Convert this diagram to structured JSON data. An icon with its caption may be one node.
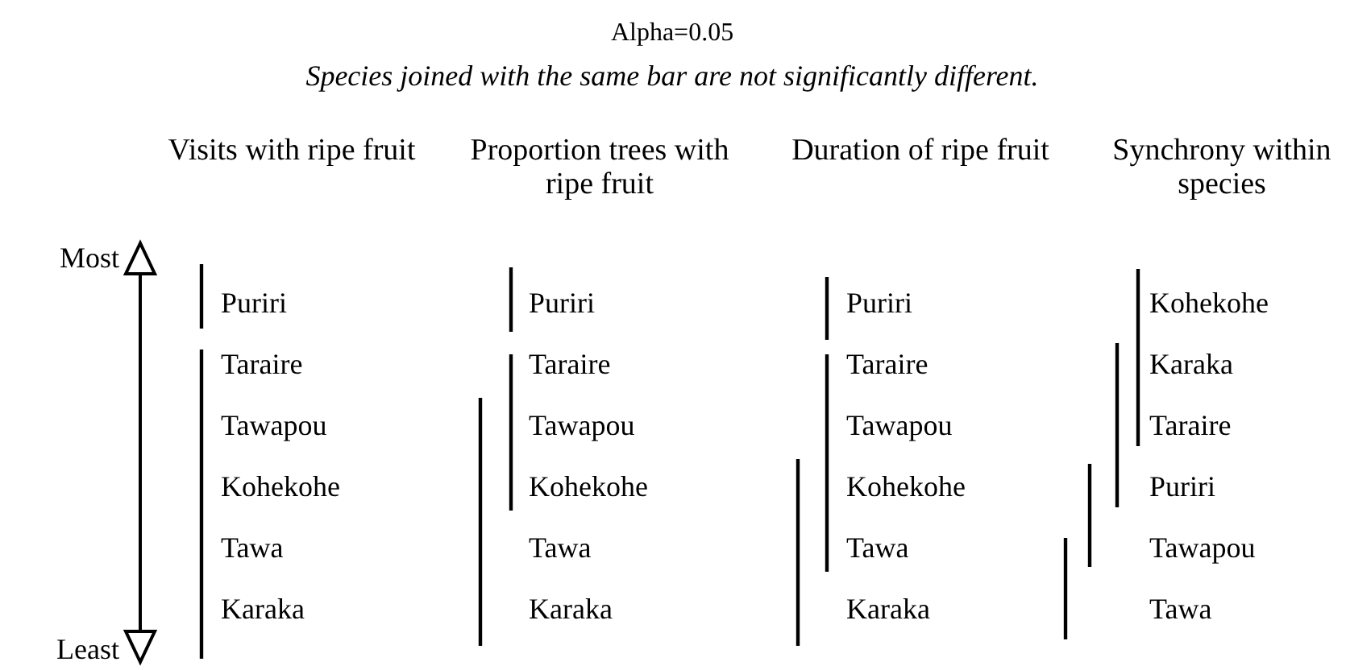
{
  "diagram": {
    "title": "Alpha=0.05",
    "labels": [
      "Species joined with the same bar are not significantly different.",
      "Visits with ripe fruit",
      "Proportion trees with ripe fruit",
      "Duration of ripe fruit",
      "Synchrony within species",
      "Most",
      "Puriri",
      "Puriri",
      "Puriri",
      "Kohekohe",
      "Taraire",
      "Taraire",
      "Taraire",
      "Karaka",
      "Tawapou",
      "Tawapou",
      "Tawapou",
      "Taraire",
      "Kohekohe",
      "Kohekohe",
      "Kohekohe",
      "Puriri",
      "Tawa",
      "Tawa",
      "Tawa",
      "Tawapou",
      "Karaka",
      "Karaka",
      "Karaka",
      "Tawa",
      "Least"
    ]
  }
}
